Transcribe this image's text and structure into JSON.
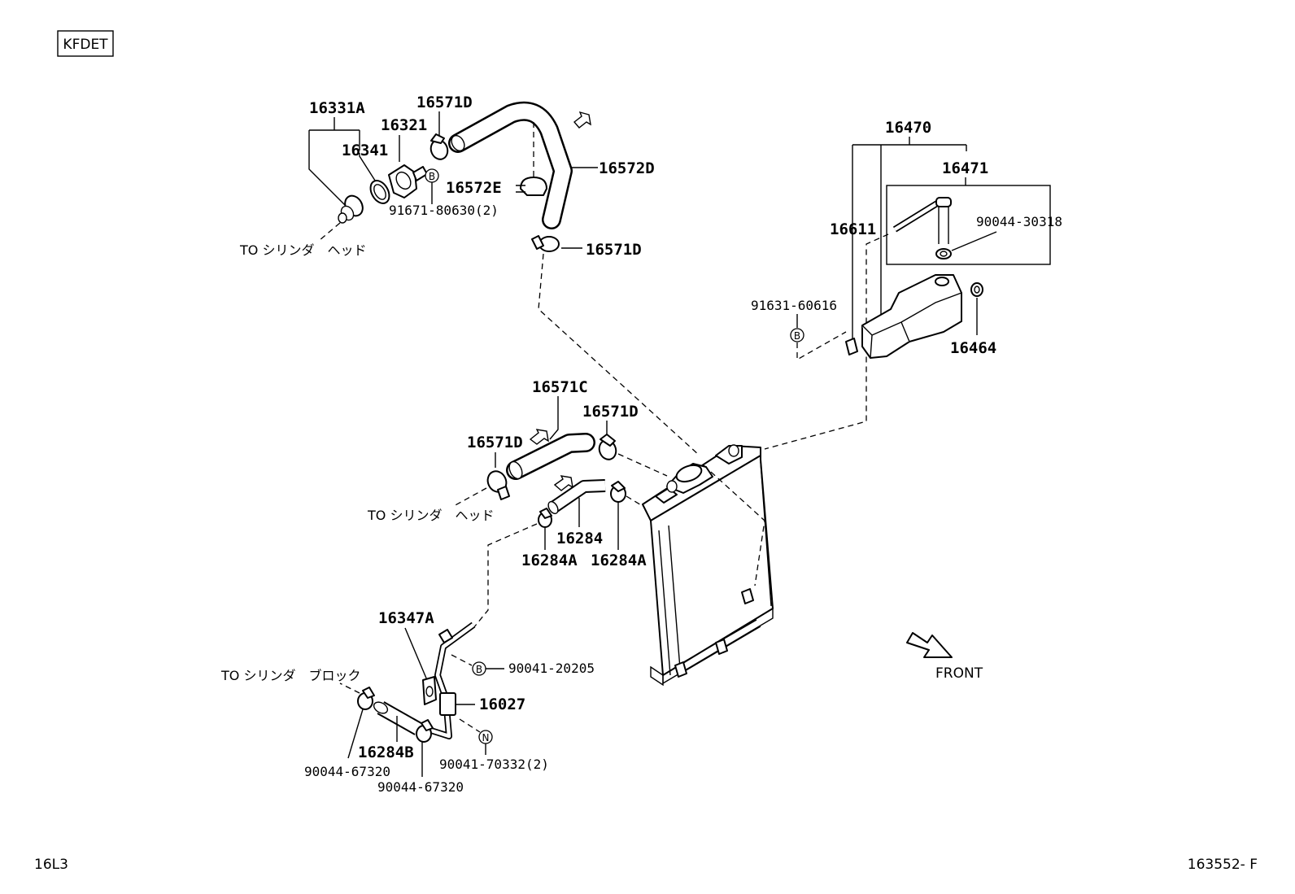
{
  "header": {
    "engine_code": "KFDET"
  },
  "footer": {
    "page_ref": "16L3",
    "diagram_id": "163552- F"
  },
  "labels": {
    "p16331A": "16331A",
    "p16321": "16321",
    "p16341": "16341",
    "p16571D_top": "16571D",
    "p16572E": "16572E",
    "p16572D": "16572D",
    "p91671": "91671-80630(2)",
    "p16571D_mid": "16571D",
    "p16470": "16470",
    "p16471": "16471",
    "p16611": "16611",
    "p90044_30318": "90044-30318",
    "p91631": "91631-60616",
    "p16464": "16464",
    "p16571C": "16571C",
    "p16571D_left": "16571D",
    "p16571D_right": "16571D",
    "p16284": "16284",
    "p16284A_left": "16284A",
    "p16284A_right": "16284A",
    "p16347A": "16347A",
    "p90041_20205": "90041-20205",
    "p16027": "16027",
    "p16284B": "16284B",
    "p90044_67320_a": "90044-67320",
    "p90044_67320_b": "90044-67320",
    "p90041_70332": "90041-70332(2)"
  },
  "notes": {
    "to_head_top": "TO シリンダ　ヘッド",
    "to_head_mid": "TO シリンダ　ヘッド",
    "to_block": "TO シリンダ　ブロック",
    "front": "FRONT"
  },
  "markers": {
    "b1": "B",
    "b2": "B",
    "b3": "B",
    "n1": "N"
  }
}
